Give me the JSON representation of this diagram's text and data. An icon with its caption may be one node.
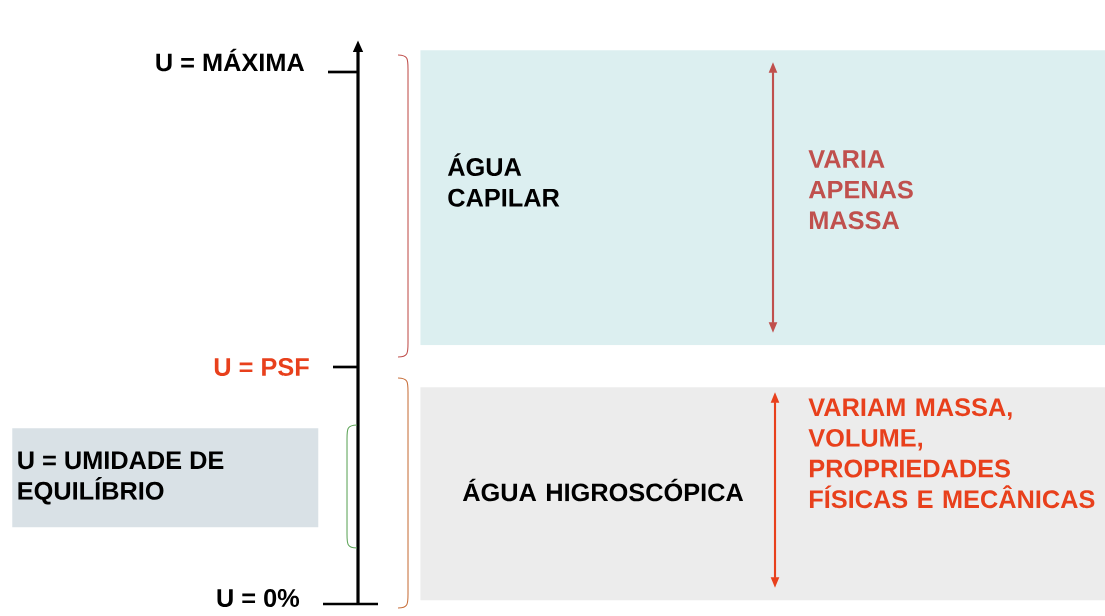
{
  "diagram": {
    "nodes": [
      {
        "text": [
          "ÁGUA CAPILAR",
          "VARIA APENAS MASSA"
        ]
      },
      {
        "text": [
          "ÁGUA HIGROSCÓPICA",
          "VARIAM MASSA, VOLUME, PROPRIEDADES FÍSICAS E MECÂNICAS"
        ]
      },
      {
        "text": [
          "U = UMIDADE DE EQUILÍBRIO"
        ]
      }
    ],
    "labels": [
      "U = MÁXIMA",
      "U = PSF",
      "U = 0%"
    ]
  }
}
